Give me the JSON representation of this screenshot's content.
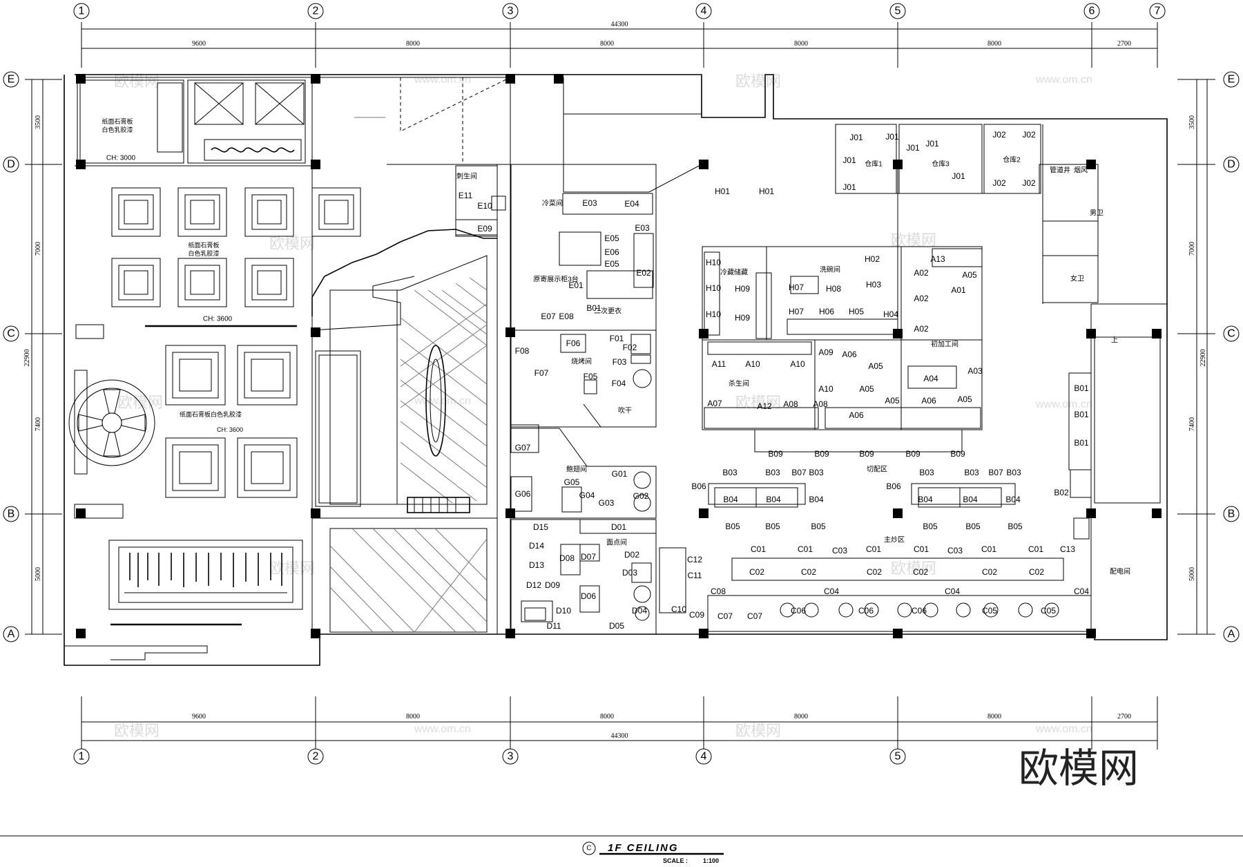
{
  "drawing": {
    "title": "1F  CEILING",
    "scale_label": "SCALE :",
    "scale_value": "1:100",
    "title_bubble": "C",
    "brand_watermark": "欧模网",
    "site_watermark": "www.om.cn"
  },
  "grid": {
    "columns": [
      "1",
      "2",
      "3",
      "4",
      "5",
      "6",
      "7"
    ],
    "rows": [
      "E",
      "D",
      "C",
      "B",
      "A"
    ],
    "top_dims": [
      "9600",
      "8000",
      "8000",
      "8000",
      "8000",
      "2700"
    ],
    "top_total": "44300",
    "bottom_dims": [
      "9600",
      "8000",
      "8000",
      "8000",
      "8000",
      "2700"
    ],
    "bottom_total": "44300",
    "left_dims": [
      "3500",
      "7000",
      "7400",
      "5000"
    ],
    "left_total": "22900",
    "right_dims": [
      "3500",
      "7000",
      "7400",
      "5000"
    ],
    "right_total": "22900"
  },
  "ceiling_notes": {
    "note1_line1": "纸面石膏板",
    "note1_line2": "白色乳胶漆",
    "ch1": "CH: 3000",
    "note2_line1": "纸面石膏板",
    "note2_line2": "白色乳胶漆",
    "ch2": "CH: 3600",
    "note3": "纸面石膏板白色乳胶漆",
    "ch3": "CH: 3600"
  },
  "rooms": {
    "cold_dish": "冷菜间",
    "disinfect": "刺生间",
    "display": "原寄展示柜3台",
    "changing": "二次更衣",
    "bbq": "烧烤间",
    "blow_dry": "吹干",
    "roast": "鲍翅间",
    "pastry": "面点间",
    "store1": "仓库1",
    "store3": "仓库3",
    "store2": "仓库2",
    "shaft": "管道井",
    "shaft2": "烟风",
    "male_wc": "男卫",
    "female_wc": "女卫",
    "seafood": "冷藏储藏",
    "dishwash": "洗碗间",
    "primary": "初加工间",
    "sashimi": "杀生间",
    "cutting": "切配区",
    "main_cook": "主炒区",
    "electric": "配电间",
    "up": "上"
  },
  "equipment": {
    "E": [
      "E03",
      "E04",
      "E03",
      "E05",
      "E06",
      "E05",
      "E02",
      "E01",
      "E07",
      "E08",
      "B01",
      "E10",
      "E09",
      "E11"
    ],
    "F": [
      "F06",
      "F01",
      "F02",
      "F03",
      "F04",
      "F05",
      "F07",
      "F08"
    ],
    "G": [
      "G07",
      "G06",
      "G01",
      "G05",
      "G04",
      "G03",
      "G02"
    ],
    "D": [
      "D15",
      "D01",
      "D14",
      "D13",
      "D08",
      "D07",
      "D02",
      "D03",
      "D12",
      "D09",
      "D06",
      "D04",
      "D10",
      "D11",
      "D05"
    ],
    "C": [
      "C12",
      "C11",
      "C10",
      "C09",
      "C08",
      "C07",
      "C07",
      "C06",
      "C06",
      "C06",
      "C05",
      "C05",
      "C04",
      "C04",
      "C04",
      "C13",
      "C01",
      "C01",
      "C03",
      "C01",
      "C01",
      "C03",
      "C01",
      "C01",
      "C02",
      "C02",
      "C02",
      "C02",
      "C02",
      "C02"
    ],
    "H": [
      "H01",
      "H01",
      "H02",
      "H03",
      "H04",
      "H05",
      "H06",
      "H07",
      "H07",
      "H08",
      "H09",
      "H09",
      "H10",
      "H10",
      "H10"
    ],
    "A": [
      "A13",
      "A05",
      "A01",
      "A02",
      "A02",
      "A02",
      "A09",
      "A06",
      "A05",
      "A04",
      "A03",
      "A05",
      "A10",
      "A10",
      "A10",
      "A11",
      "A07",
      "A12",
      "A08",
      "A08",
      "A06",
      "A05",
      "A06",
      "A05"
    ],
    "B": [
      "B01",
      "B01",
      "B01",
      "B02",
      "B03",
      "B03",
      "B07",
      "B03",
      "B03",
      "B03",
      "B07",
      "B03",
      "B04",
      "B04",
      "B04",
      "B04",
      "B04",
      "B04",
      "B05",
      "B05",
      "B05",
      "B05",
      "B05",
      "B05",
      "B06",
      "B06",
      "B09",
      "B09",
      "B09",
      "B09",
      "B09"
    ],
    "J": [
      "J01",
      "J01",
      "J01",
      "J01",
      "J01",
      "J01",
      "J01",
      "J02",
      "J02",
      "J02",
      "J02"
    ]
  }
}
